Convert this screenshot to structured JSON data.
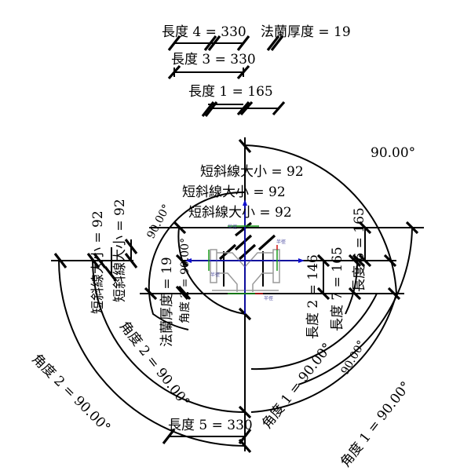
{
  "dimensions": {
    "length4": "長度 4 = 330",
    "flange_thickness_top": "法蘭厚度 = 19",
    "length3": "長度 3 = 330",
    "length1": "長度 1 = 165",
    "tick_size_1": "短斜線大小 = 92",
    "tick_size_2": "短斜線大小 = 92",
    "tick_size_3": "短斜線大小 = 92",
    "tick_size_left_1": "短斜線大小 = 92",
    "tick_size_left_2": "短斜線大小 = 92",
    "flange_thickness_side": "法蘭厚度 = 19",
    "angle2_inner": "角度 2 = 90.00°",
    "angle_small": "90.00°",
    "angle2_arc_a": "角度 2 = 90.00°",
    "angle2_arc_b": "角度 2 = 90.00°",
    "length5": "長度 5 = 330",
    "angle_top_right": "90.00°",
    "length2": "長度 2 = 146",
    "length7": "長度 7 = 165",
    "length6": "長度 6 = 165",
    "angle1_a": "角度 1 = 90.00°",
    "angle1_b": "角度 1 = 90.00°",
    "angle_right_small": "90.00°"
  },
  "radius_labels": [
    "半徑",
    "半徑",
    "半徑",
    "半徑"
  ],
  "colors": {
    "axis_blue": "#1010d0",
    "axis_green": "#1a9a1a",
    "axis_red": "#d01010",
    "geometry_gray": "#9a9a9a"
  }
}
